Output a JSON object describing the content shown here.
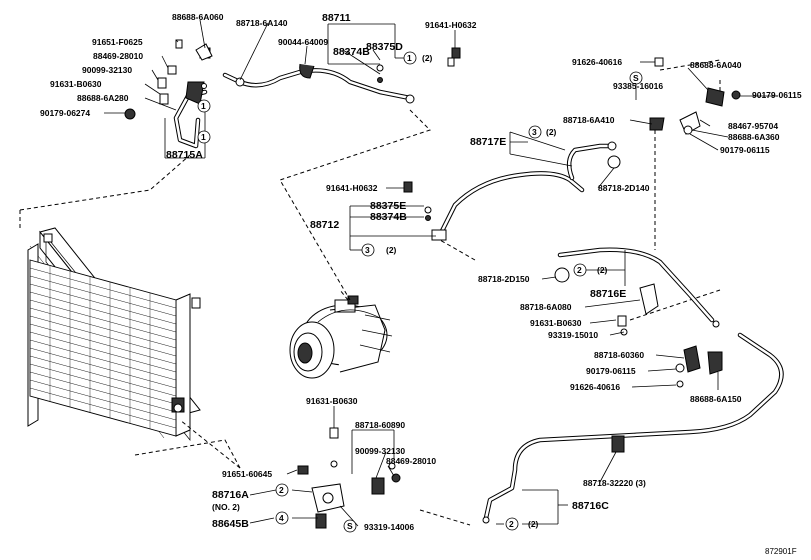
{
  "labels": {
    "p88688_6a060": "88688-6A060",
    "p88718_6a140": "88718-6A140",
    "p88711": "88711",
    "p91641_h0632_top": "91641-H0632",
    "p91651_f0625": "91651-F0625",
    "p90044_64009": "90044-64009",
    "p88374b_top": "88374B",
    "p88375d": "88375D",
    "p88469_28010_top": "88469-28010",
    "p90099_32130_top": "90099-32130",
    "p91631_b0630_top": "91631-B0630",
    "p88688_6a280": "88688-6A280",
    "p90179_06274": "90179-06274",
    "p88715a": "88715A",
    "p91626_40616_top": "91626-40616",
    "p93385_16016": "93385-16016",
    "p88688_6a040": "88688-6A040",
    "p90179_06115_top": "90179-06115",
    "p88718_6a410": "88718-6A410",
    "p88467_95704": "88467-95704",
    "p88688_6a360": "88688-6A360",
    "p90179_06115_mid": "90179-06115",
    "p88717e": "88717E",
    "p88718_2d140": "88718-2D140",
    "p91641_h0632_mid": "91641-H0632",
    "p88375e": "88375E",
    "p88374b_mid": "88374B",
    "p88712": "88712",
    "p88718_2d150": "88718-2D150",
    "p88716e": "88716E",
    "p88718_6a080": "88718-6A080",
    "p91631_b0630_mid": "91631-B0630",
    "p93319_15010": "93319-15010",
    "p88718_60360": "88718-60360",
    "p90179_06115_low": "90179-06115",
    "p91626_40616_low": "91626-40616",
    "p88688_6a150": "88688-6A150",
    "p91631_b0630_bot": "91631-B0630",
    "p88718_60890": "88718-60890",
    "p90099_32130_bot": "90099-32130",
    "p88469_28010_bot": "88469-28010",
    "p91651_60645": "91651-60645",
    "p88716a": "88716A",
    "no2": "(NO. 2)",
    "p88645b": "88645B",
    "p93319_14006": "93319-14006",
    "p88718_32220": "88718-32220 (3)",
    "p88716c": "88716C",
    "figure_code": "872901F"
  },
  "callouts": {
    "one": "1",
    "two": "2",
    "three": "3",
    "four": "4",
    "s": "S",
    "qty2": "(2)"
  }
}
